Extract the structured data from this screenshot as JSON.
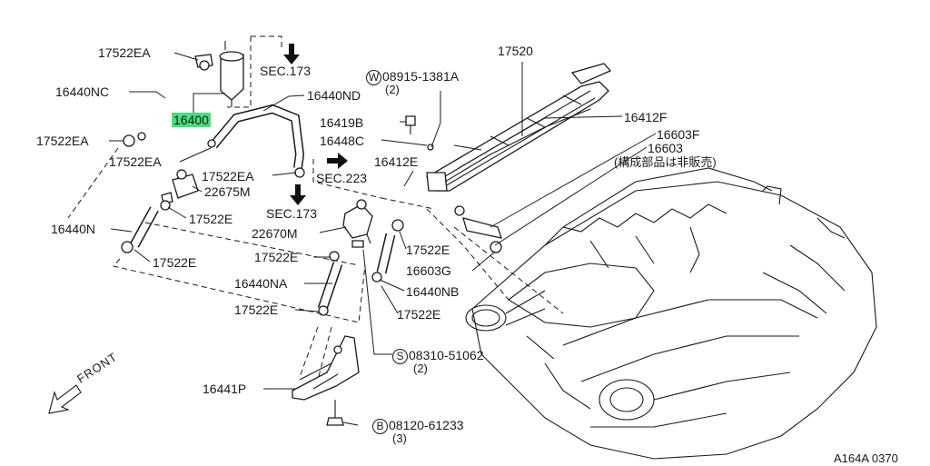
{
  "labels": {
    "p17522EA_top": "17522EA",
    "p16440NC": "16440NC",
    "p16400": "16400",
    "p17522EA_left": "17522EA",
    "p17522EA_mid": "17522EA",
    "p17522EA_right": "17522EA",
    "p22675M": "22675M",
    "p17522E_a": "17522E",
    "p16440N": "16440N",
    "p17522E_b": "17522E",
    "p16440ND": "16440ND",
    "sec173_top": "SEC.173",
    "sec173_mid": "SEC.173",
    "sec223": "SEC.223",
    "p22670M": "22670M",
    "p17522E_c": "17522E",
    "p16440NA": "16440NA",
    "p17522E_d": "17522E",
    "p16441P": "16441P",
    "p08915_prefix": "W",
    "p08915": "08915-1381A",
    "p08915_qty": "(2)",
    "p17520": "17520",
    "p16419B": "16419B",
    "p16448C": "16448C",
    "p16412E": "16412E",
    "p16412F": "16412F",
    "p16603F": "16603F",
    "p16603": "16603",
    "p16603_note": "(構成部品は非販売)",
    "p17522E_e": "17522E",
    "p16603G": "16603G",
    "p16440NB": "16440NB",
    "p17522E_f": "17522E",
    "p08310_prefix": "S",
    "p08310": "08310-51062",
    "p08310_qty": "(2)",
    "p08120_prefix": "B",
    "p08120": "08120-61233",
    "p08120_qty": "(3)",
    "front": "FRONT",
    "ref_code": "A164A 0370"
  },
  "highlight_color": "#45e07a"
}
